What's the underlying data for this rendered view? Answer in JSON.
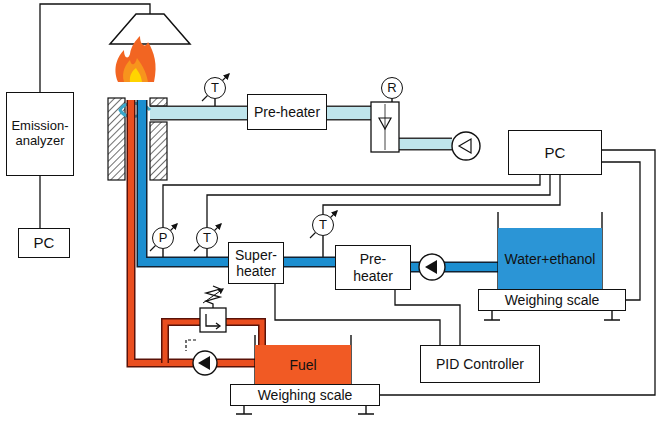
{
  "diagram": {
    "nodes": [
      {
        "text": [
          "Emission-analyzer"
        ]
      },
      {
        "text": [
          "PC"
        ]
      },
      {
        "text": [
          "T"
        ]
      },
      {
        "text": [
          "Pre-heater"
        ]
      },
      {
        "text": [
          "R"
        ]
      },
      {
        "text": [
          "PC"
        ]
      },
      {
        "text": [
          "P"
        ]
      },
      {
        "text": [
          "T"
        ]
      },
      {
        "text": [
          "T"
        ]
      },
      {
        "text": [
          "Super-heater"
        ]
      },
      {
        "text": [
          "Pre-heater"
        ]
      },
      {
        "text": [
          "Water+ethanol"
        ]
      },
      {
        "text": [
          "Weighing scale"
        ]
      },
      {
        "text": [
          "Fuel"
        ]
      },
      {
        "text": [
          "PID Controller"
        ]
      },
      {
        "text": [
          "Weighing scale"
        ]
      }
    ],
    "edges": [
      {
        "from": 0,
        "to": 1,
        "arrow": "none"
      },
      {
        "from": 5,
        "to": 6,
        "arrow": "none"
      },
      {
        "from": 5,
        "to": 7,
        "arrow": "none"
      },
      {
        "from": 5,
        "to": 8,
        "arrow": "none"
      },
      {
        "from": 5,
        "to": 12,
        "arrow": "none"
      },
      {
        "from": 5,
        "to": 15,
        "arrow": "none"
      },
      {
        "from": 9,
        "to": 14,
        "arrow": "none"
      },
      {
        "from": 10,
        "to": 14,
        "arrow": "none"
      },
      {
        "from": 10,
        "to": 9,
        "arrow": "none"
      }
    ]
  }
}
